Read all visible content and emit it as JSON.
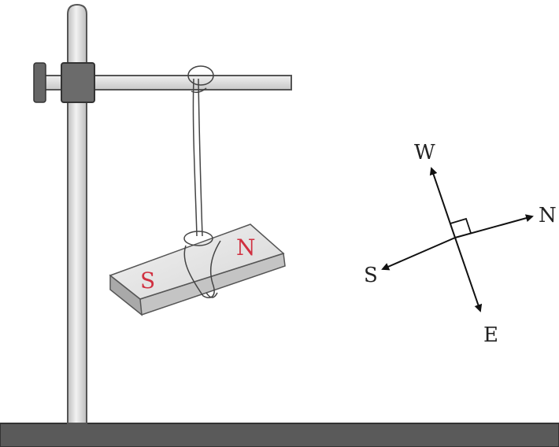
{
  "magnet": {
    "south_label": "S",
    "north_label": "N",
    "label_color": "#d03040"
  },
  "compass": {
    "west_label": "W",
    "north_label": "N",
    "south_label": "S",
    "east_label": "E"
  },
  "colors": {
    "stand_metal": "#d8d8d8",
    "stand_outline": "#555555",
    "clamp": "#6b6b6b",
    "base": "#5a5a5a",
    "magnet_top": "#e8e8e8",
    "magnet_side": "#c4c4c4"
  },
  "icons": [
    "retort-stand-icon",
    "bar-magnet-icon",
    "compass-axes-icon"
  ]
}
